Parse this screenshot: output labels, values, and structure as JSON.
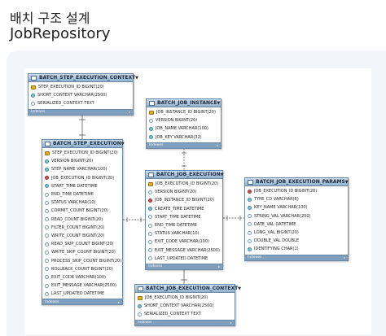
{
  "heading": {
    "korean": "배치 구조 설계",
    "english": "JobRepository"
  },
  "tables": {
    "step_ctx": {
      "title": "BATCH_STEP_EXECUTION_CONTEXT",
      "footer": "Indexes",
      "columns": [
        {
          "text": "STEP_EXECUTION_ID BIGINT(20)",
          "kind": "key"
        },
        {
          "text": "SHORT_CONTEXT VARCHAR(2500)",
          "kind": "col"
        },
        {
          "text": "SERIALIZED_CONTEXT TEXT",
          "kind": "null"
        }
      ]
    },
    "job_instance": {
      "title": "BATCH_JOB_INSTANCE",
      "footer": "Indexes",
      "columns": [
        {
          "text": "JOB_INSTANCE_ID BIGINT(20)",
          "kind": "key"
        },
        {
          "text": "VERSION BIGINT(20)",
          "kind": "null"
        },
        {
          "text": "JOB_NAME VARCHAR(100)",
          "kind": "col"
        },
        {
          "text": "JOB_KEY VARCHAR(32)",
          "kind": "col"
        }
      ]
    },
    "step_exec": {
      "title": "BATCH_STEP_EXECUTION",
      "footer": "Indexes",
      "columns": [
        {
          "text": "STEP_EXECUTION_ID BIGINT(20)",
          "kind": "key"
        },
        {
          "text": "VERSION BIGINT(20)",
          "kind": "col"
        },
        {
          "text": "STEP_NAME VARCHAR(100)",
          "kind": "col"
        },
        {
          "text": "JOB_EXECUTION_ID BIGINT(20)",
          "kind": "fk"
        },
        {
          "text": "START_TIME DATETIME",
          "kind": "col"
        },
        {
          "text": "END_TIME DATETIME",
          "kind": "null"
        },
        {
          "text": "STATUS VARCHAR(10)",
          "kind": "null"
        },
        {
          "text": "COMMIT_COUNT BIGINT(20)",
          "kind": "null"
        },
        {
          "text": "READ_COUNT BIGINT(20)",
          "kind": "null"
        },
        {
          "text": "FILTER_COUNT BIGINT(20)",
          "kind": "null"
        },
        {
          "text": "WRITE_COUNT BIGINT(20)",
          "kind": "null"
        },
        {
          "text": "READ_SKIP_COUNT BIGINT(20)",
          "kind": "null"
        },
        {
          "text": "WRITE_SKIP_COUNT BIGINT(20)",
          "kind": "null"
        },
        {
          "text": "PROCESS_SKIP_COUNT BIGINT(20)",
          "kind": "null"
        },
        {
          "text": "ROLLBACK_COUNT BIGINT(20)",
          "kind": "null"
        },
        {
          "text": "EXIT_CODE VARCHAR(100)",
          "kind": "null"
        },
        {
          "text": "EXIT_MESSAGE VARCHAR(2500)",
          "kind": "null"
        },
        {
          "text": "LAST_UPDATED DATETIME",
          "kind": "null"
        }
      ]
    },
    "job_exec": {
      "title": "BATCH_JOB_EXECUTION",
      "footer": "Indexes",
      "columns": [
        {
          "text": "JOB_EXECUTION_ID BIGINT(20)",
          "kind": "key"
        },
        {
          "text": "VERSION BIGINT(20)",
          "kind": "null"
        },
        {
          "text": "JOB_INSTANCE_ID BIGINT(20)",
          "kind": "fk"
        },
        {
          "text": "CREATE_TIME DATETIME",
          "kind": "col"
        },
        {
          "text": "START_TIME DATETIME",
          "kind": "null"
        },
        {
          "text": "END_TIME DATETIME",
          "kind": "null"
        },
        {
          "text": "STATUS VARCHAR(10)",
          "kind": "null"
        },
        {
          "text": "EXIT_CODE VARCHAR(100)",
          "kind": "null"
        },
        {
          "text": "EXIT_MESSAGE VARCHAR(2500)",
          "kind": "null"
        },
        {
          "text": "LAST_UPDATED DATETIME",
          "kind": "null"
        }
      ]
    },
    "job_params": {
      "title": "BATCH_JOB_EXECUTION_PARAMS",
      "footer": "Indexes",
      "columns": [
        {
          "text": "JOB_EXECUTION_ID BIGINT(20)",
          "kind": "fk"
        },
        {
          "text": "TYPE_CD VARCHAR(6)",
          "kind": "col"
        },
        {
          "text": "KEY_NAME VARCHAR(100)",
          "kind": "col"
        },
        {
          "text": "STRING_VAL VARCHAR(250)",
          "kind": "null"
        },
        {
          "text": "DATE_VAL DATETIME",
          "kind": "null"
        },
        {
          "text": "LONG_VAL BIGINT(20)",
          "kind": "null"
        },
        {
          "text": "DOUBLE_VAL DOUBLE",
          "kind": "null"
        },
        {
          "text": "IDENTIFYING CHAR(1)",
          "kind": "col"
        }
      ]
    },
    "job_ctx": {
      "title": "BATCH_JOB_EXECUTION_CONTEXT",
      "footer": "Indexes",
      "columns": [
        {
          "text": "JOB_EXECUTION_ID BIGINT(20)",
          "kind": "key"
        },
        {
          "text": "SHORT_CONTEXT VARCHAR(2500)",
          "kind": "col"
        },
        {
          "text": "SERIALIZED_CONTEXT TEXT",
          "kind": "null"
        }
      ]
    }
  }
}
